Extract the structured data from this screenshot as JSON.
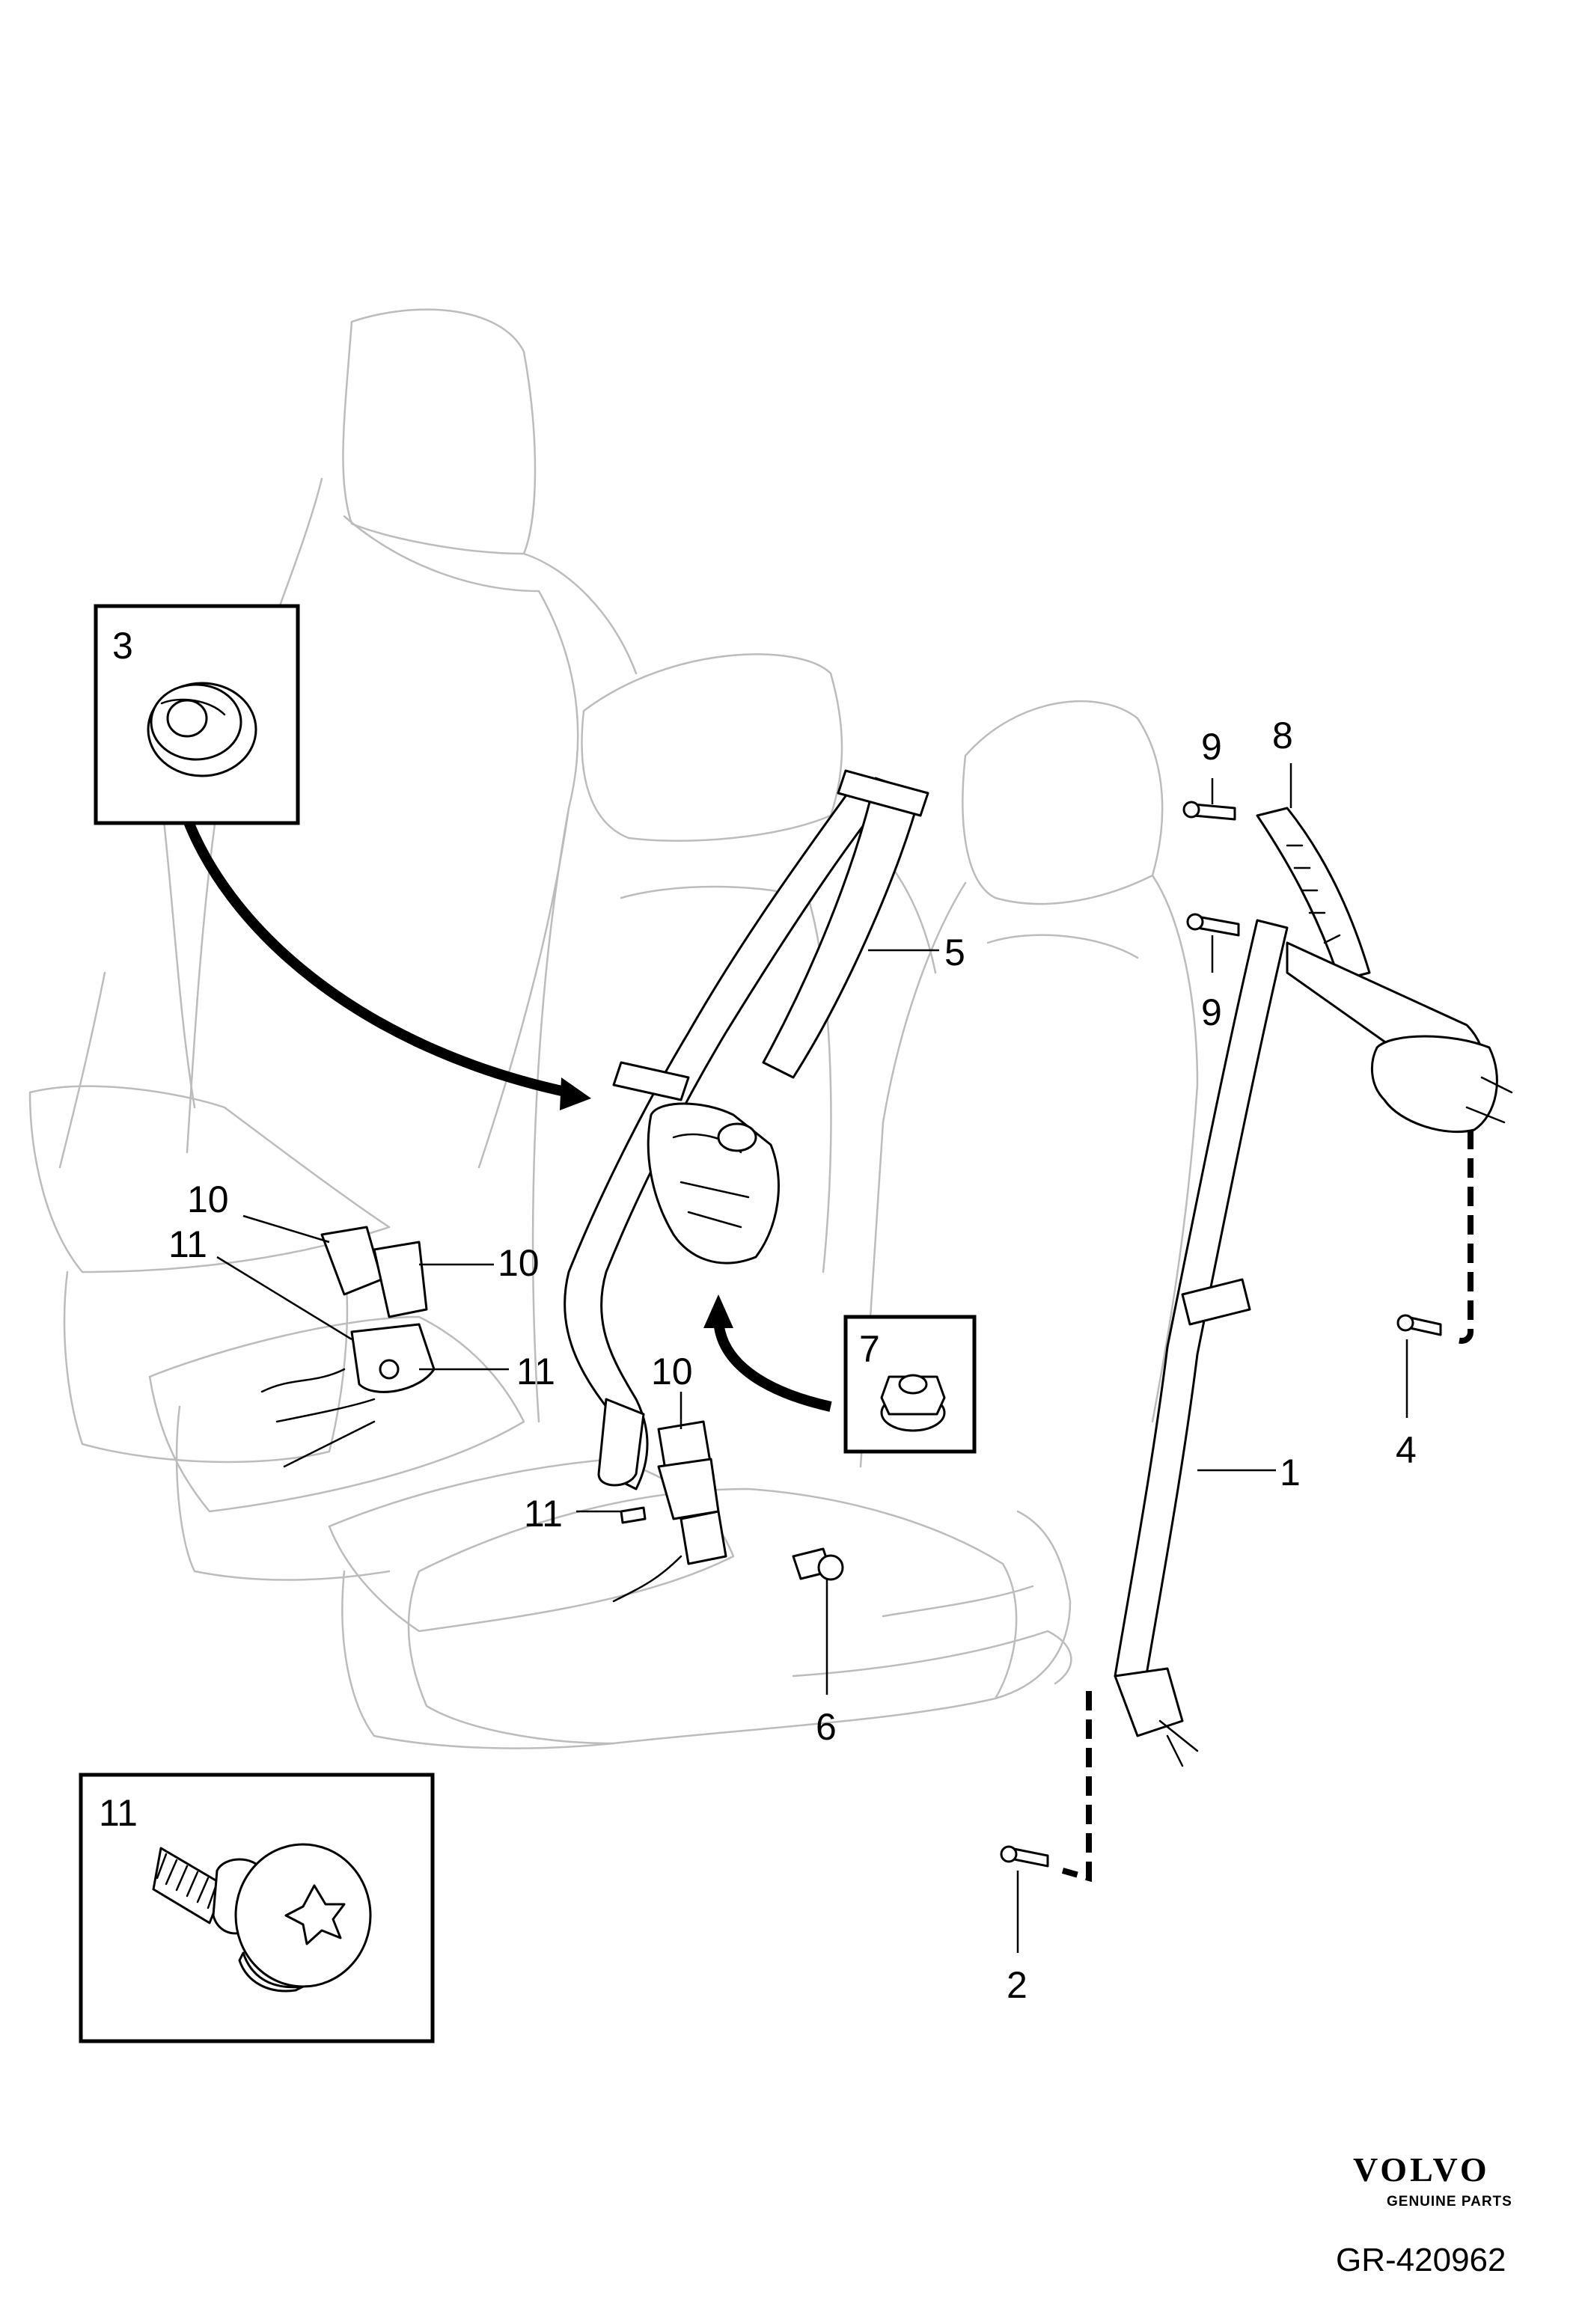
{
  "diagram": {
    "callouts": {
      "c1": "1",
      "c2": "2",
      "c3": "3",
      "c4": "4",
      "c5": "5",
      "c6": "6",
      "c7": "7",
      "c8": "8",
      "c9a": "9",
      "c9b": "9",
      "c10a": "10",
      "c10b": "10",
      "c10c": "10",
      "c11a": "11",
      "c11b": "11",
      "c11c": "11",
      "c11d": "11"
    },
    "insets": {
      "inset3": "3",
      "inset7": "7",
      "inset11": "11"
    }
  },
  "footer": {
    "brand": "VOLVO",
    "tagline": "GENUINE PARTS",
    "ref": "GR-420962"
  }
}
